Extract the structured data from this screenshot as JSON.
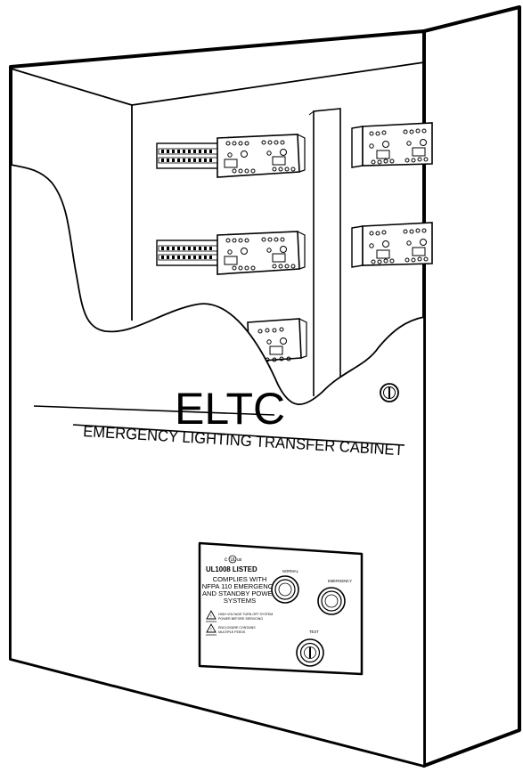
{
  "cabinet": {
    "brand": "ELTC",
    "subtitle": "EMERGENCY LIGHTING TRANSFER CABINET"
  },
  "panel": {
    "listing": "UL1008 LISTED",
    "compliance_lines": [
      "COMPLIES WITH",
      "NFPA 110 EMERGENCY",
      "AND STANDBY POWER",
      "SYSTEMS"
    ],
    "warning_1": [
      "HIGH VOLTAGE TURN OFF SYSTEM",
      "POWER BEFORE SERVICING"
    ],
    "warning_2": [
      "ENCLOSURE CONTAINS",
      "MULTIPLE FEEDS"
    ],
    "normal_label": "NORMAL",
    "emergency_label": "EMERGENCY",
    "test_label": "TEST"
  },
  "colors": {
    "line": "#000000",
    "background": "#ffffff"
  }
}
